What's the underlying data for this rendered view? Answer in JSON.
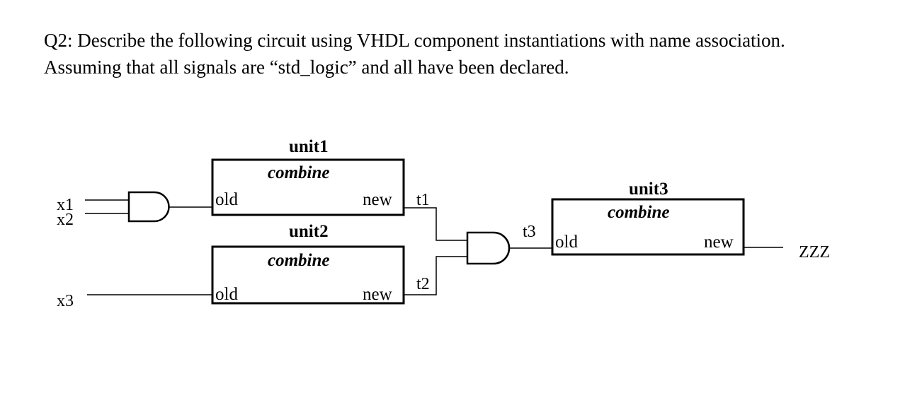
{
  "question": {
    "line1": "Q2: Describe the following circuit using VHDL component instantiations with name association.",
    "line2": "Assuming that all signals are “std_logic” and all have been declared."
  },
  "diagram": {
    "inputs": {
      "x1": "x1",
      "x2": "x2",
      "x3": "x3"
    },
    "output": "ZZZ",
    "signals": {
      "t1": "t1",
      "t2": "t2",
      "t3": "t3"
    },
    "units": [
      {
        "instance": "unit1",
        "component": "combine",
        "port_in": "old",
        "port_out": "new"
      },
      {
        "instance": "unit2",
        "component": "combine",
        "port_in": "old",
        "port_out": "new"
      },
      {
        "instance": "unit3",
        "component": "combine",
        "port_in": "old",
        "port_out": "new"
      }
    ],
    "gates": [
      {
        "type": "and",
        "inputs": [
          "x1",
          "x2"
        ],
        "output": "unit1.old"
      },
      {
        "type": "and",
        "inputs": [
          "t1",
          "t2"
        ],
        "output": "t3"
      }
    ]
  }
}
